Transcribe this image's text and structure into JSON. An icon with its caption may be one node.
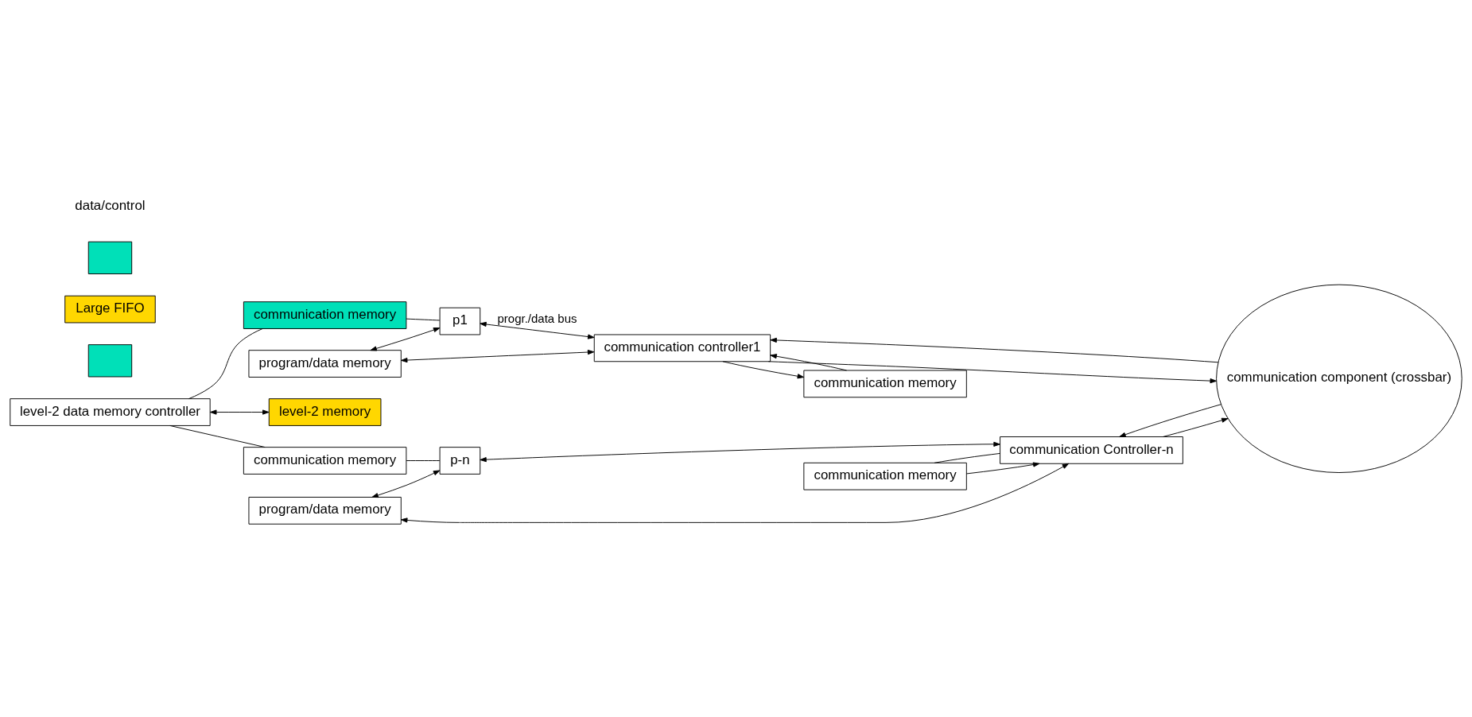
{
  "diagram": {
    "nodes": [
      {
        "text": [
          "level-2 data memory controller"
        ]
      },
      {
        "text": [
          "communication memory"
        ]
      },
      {
        "text": [
          "p1"
        ]
      },
      {
        "text": [
          "program/data memory"
        ]
      },
      {
        "text": [
          "communication memory"
        ]
      },
      {
        "text": [
          "communication controller1"
        ]
      },
      {
        "text": [
          "communication memory"
        ]
      },
      {
        "text": [
          "p-n"
        ]
      },
      {
        "text": [
          "program/data memory"
        ]
      },
      {
        "text": [
          "communication memory"
        ]
      },
      {
        "text": [
          "communication Controller-n"
        ]
      },
      {
        "text": [
          "level-2 memory"
        ]
      },
      {
        "text": [
          "communication component (crossbar)"
        ]
      },
      {
        "text": [],
        "shape": "box"
      },
      {
        "text": [
          "Large FIFO"
        ]
      },
      {
        "text": [],
        "shape": "box"
      }
    ],
    "edges": [
      {
        "from": 0,
        "to": 1,
        "arrow": "none"
      },
      {
        "from": 1,
        "to": 2,
        "arrow": "none"
      },
      {
        "from": 2,
        "to": 5,
        "arrow": "both",
        "label": "progr./data bus"
      },
      {
        "from": 3,
        "to": 2,
        "arrow": "both"
      },
      {
        "from": 3,
        "to": 5,
        "arrow": "both"
      },
      {
        "from": 5,
        "to": 4,
        "arrow": "to"
      },
      {
        "from": 4,
        "to": 5,
        "arrow": "to"
      },
      {
        "from": 5,
        "to": 12,
        "arrow": "to"
      },
      {
        "from": 12,
        "to": 5,
        "arrow": "to"
      },
      {
        "from": 0,
        "to": 6,
        "arrow": "none"
      },
      {
        "from": 6,
        "to": 7,
        "arrow": "none"
      },
      {
        "from": 7,
        "to": 10,
        "arrow": "both"
      },
      {
        "from": 8,
        "to": 7,
        "arrow": "both"
      },
      {
        "from": 8,
        "to": 10,
        "arrow": "both"
      },
      {
        "from": 9,
        "to": 10,
        "arrow": "to"
      },
      {
        "from": 9,
        "to": 10,
        "arrow": "none"
      },
      {
        "from": 10,
        "to": 12,
        "arrow": "to"
      },
      {
        "from": 12,
        "to": 10,
        "arrow": "to"
      },
      {
        "from": 0,
        "to": 11,
        "arrow": "both"
      }
    ],
    "labels": [
      "data/control"
    ]
  }
}
